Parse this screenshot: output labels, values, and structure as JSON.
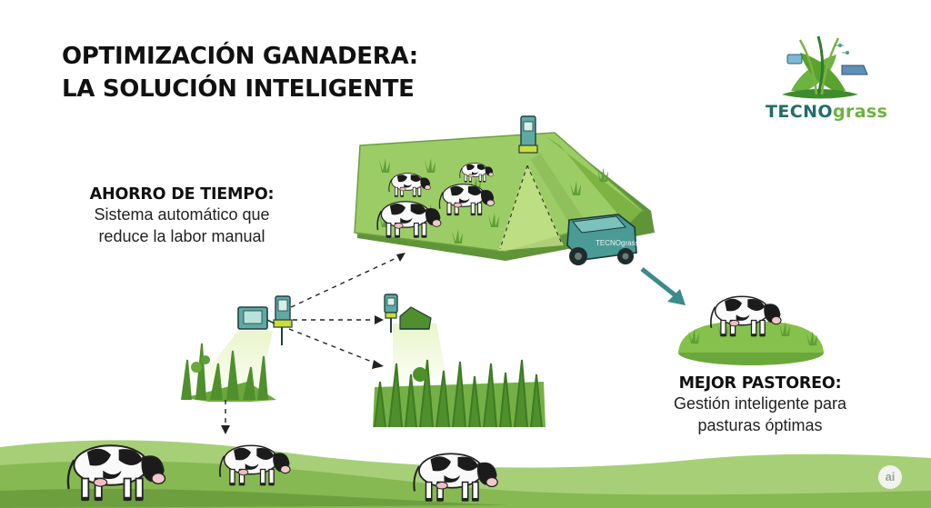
{
  "title": {
    "line1": "OPTIMIZACIÓN GANADERA:",
    "line2": "LA SOLUCIÓN INTELIGENTE"
  },
  "features": [
    {
      "heading": "AHORRO DE TIEMPO:",
      "line1": "Sistema automático que",
      "line2": "reduce la labor manual"
    },
    {
      "heading": "MEJOR PASTOREO:",
      "line1": "Gestión inteligente para",
      "line2": "pasturas óptimas"
    }
  ],
  "logo": {
    "text_part1": "TECNO",
    "text_part2": "grass"
  },
  "vehicle_label": "TECNOgrass",
  "badge": "ai",
  "colors": {
    "grass_light": "#9ccc65",
    "grass_mid": "#7cb342",
    "grass_dark": "#558b2f",
    "teal": "#3a8c8a",
    "logo_teal": "#1e6e6b",
    "logo_green": "#6cb33f"
  }
}
